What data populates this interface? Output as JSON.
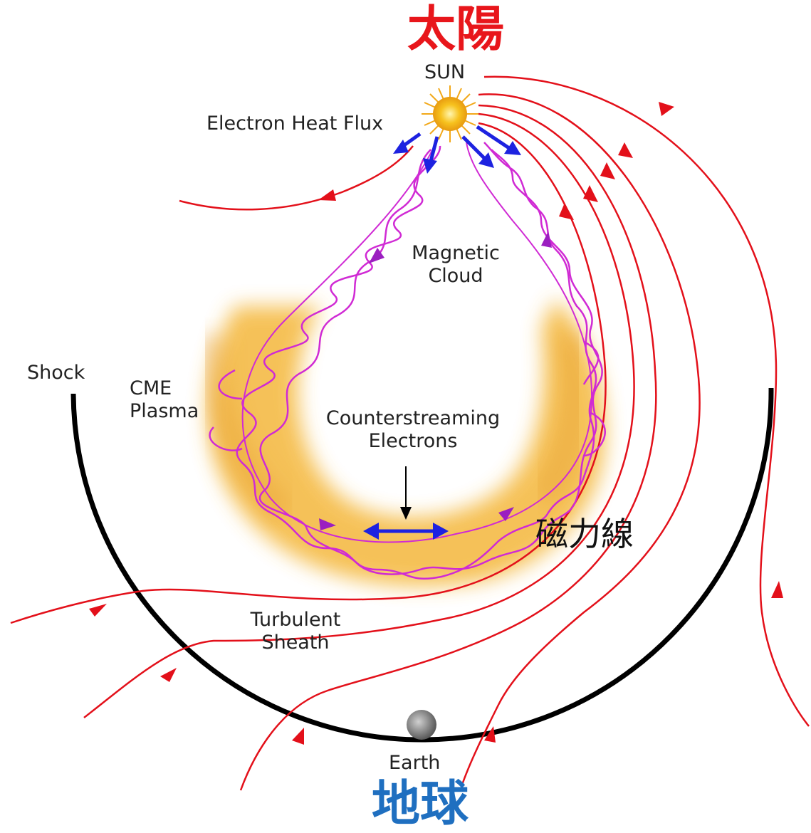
{
  "labels": {
    "sun_jp": "太陽",
    "sun_en": "SUN",
    "electron_heat_flux": "Electron Heat Flux",
    "magnetic_cloud": "Magnetic\nCloud",
    "shock": "Shock",
    "cme_plasma": "CME\nPlasma",
    "counterstreaming": "Counterstreaming\nElectrons",
    "field_lines_jp": "磁力線",
    "turbulent_sheath": "Turbulent\nSheath",
    "earth_en": "Earth",
    "earth_jp": "地球"
  },
  "colors": {
    "sun_jp": "#e8161b",
    "earth_jp": "#1f6fc0",
    "field_line": "#e3101a",
    "electron_path": "#d02ad4",
    "heat_flux_arrow": "#1d22e0",
    "shock": "#000000",
    "cme": "#f2b83a"
  }
}
